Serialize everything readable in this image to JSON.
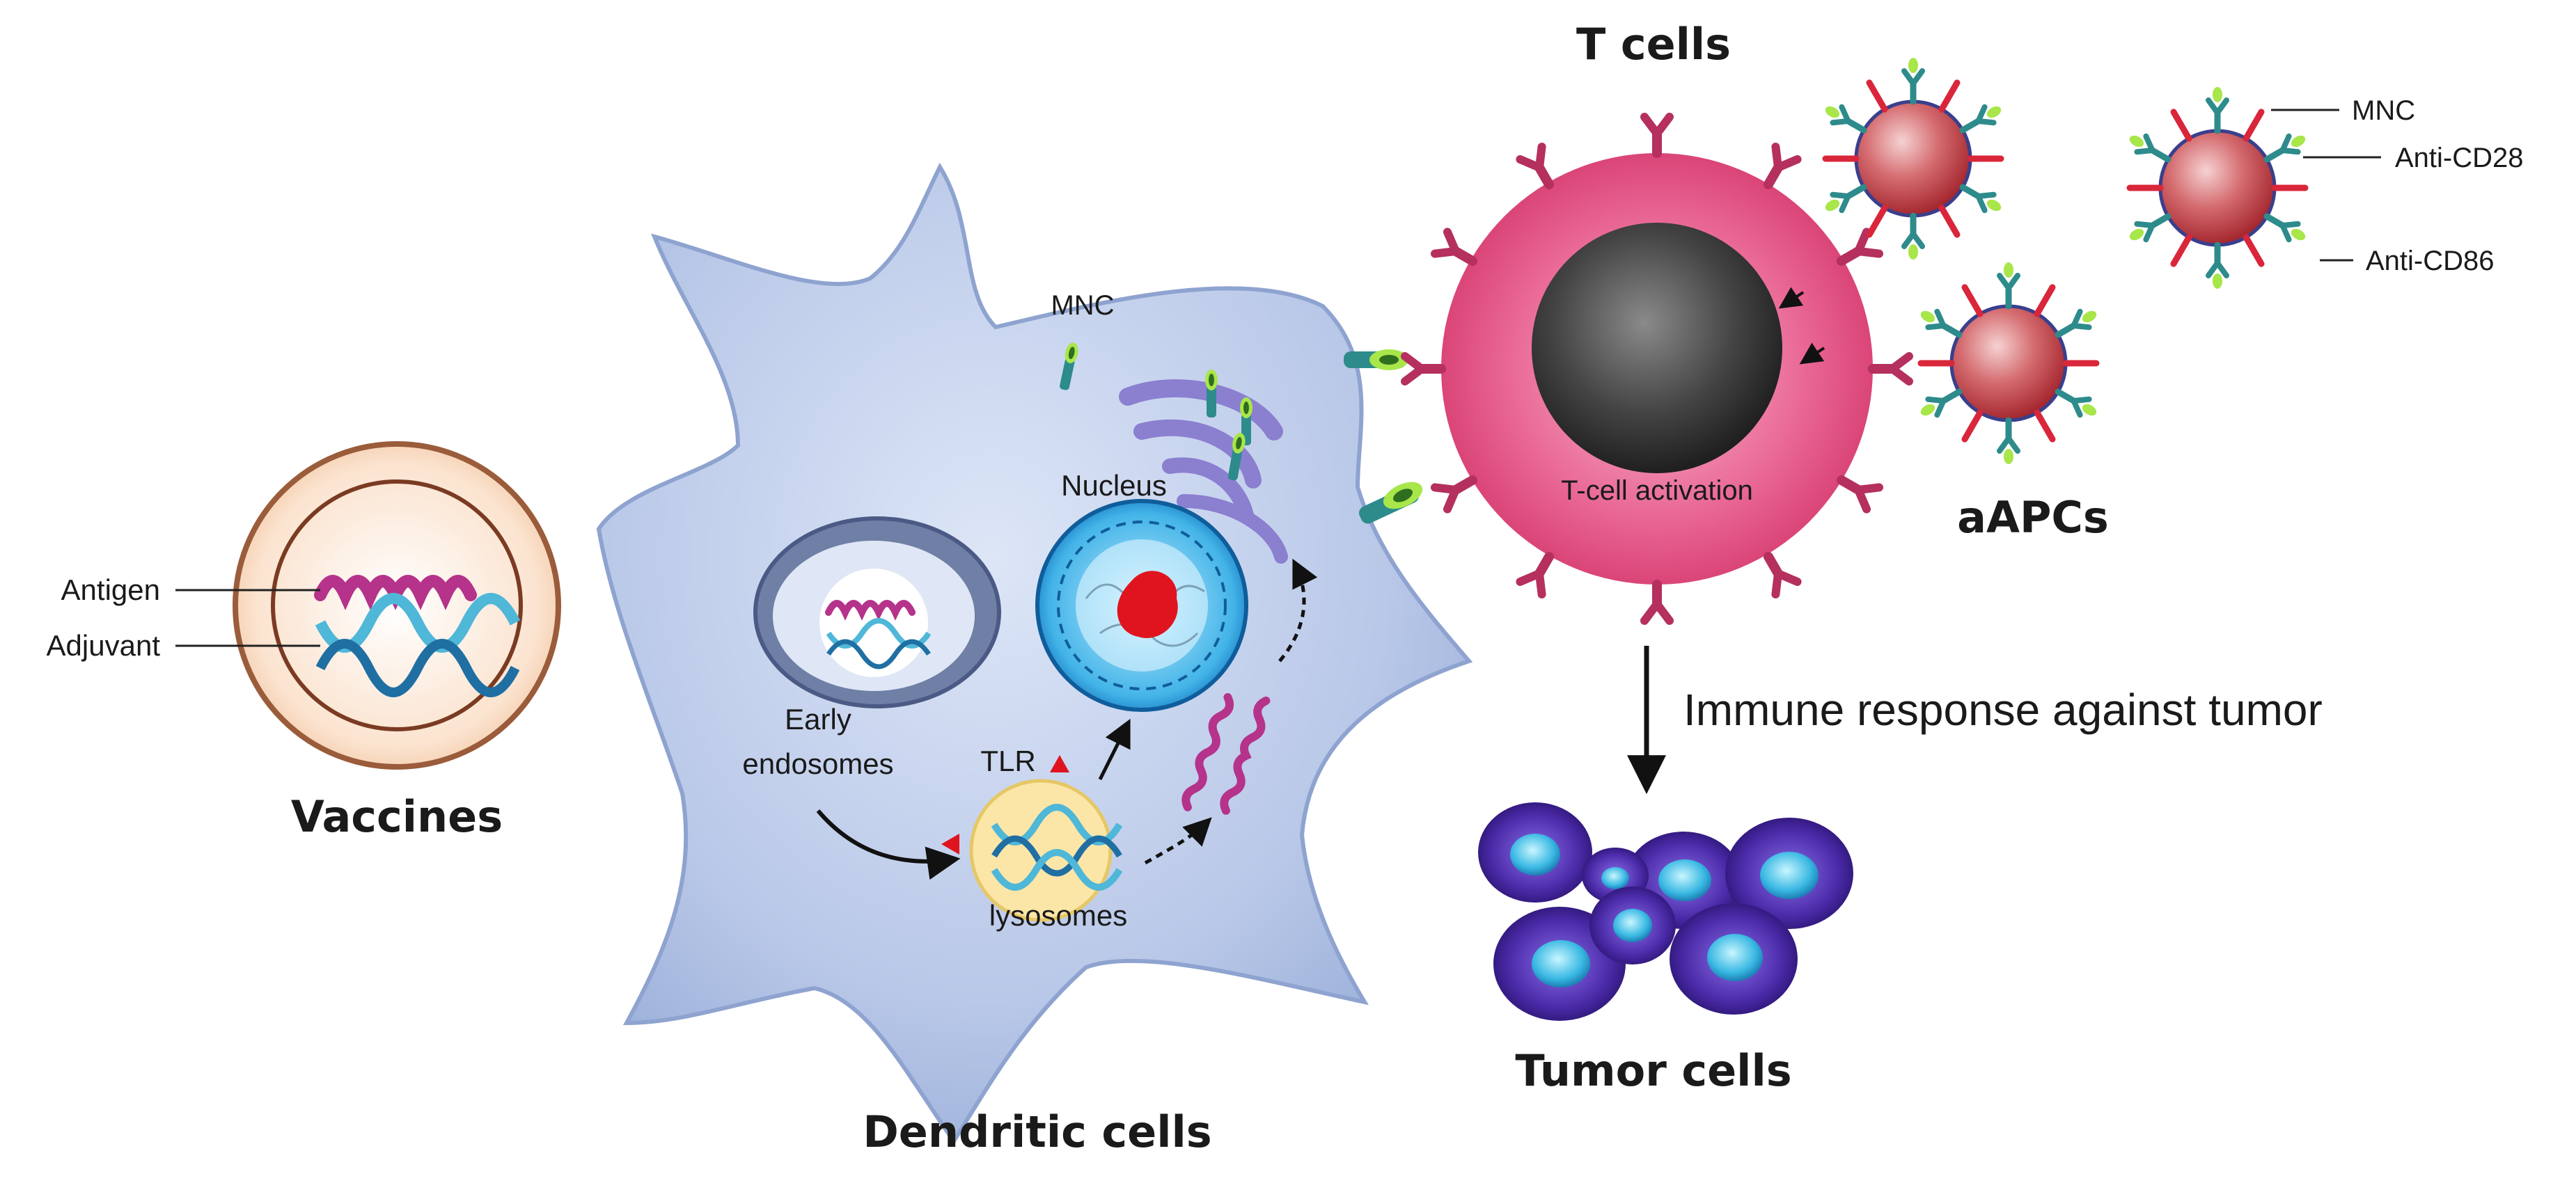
{
  "vaccine": {
    "title": "Vaccines",
    "antigen_label": "Antigen",
    "adjuvant_label": "Adjuvant"
  },
  "dendritic": {
    "title": "Dendritic cells",
    "mnc_label": "MNC",
    "nucleus_label": "Nucleus",
    "early_endosomes_line1": "Early",
    "early_endosomes_line2": "endosomes",
    "tlr_label": "TLR",
    "lysosomes_label": "lysosomes"
  },
  "tcell": {
    "title": "T cells",
    "activation_label": "T-cell activation"
  },
  "aapc": {
    "title": "aAPCs",
    "mnc_label": "MNC",
    "anti_cd28_label": "Anti-CD28",
    "anti_cd86_label": "Anti-CD86"
  },
  "response": {
    "label": "Immune response against tumor"
  },
  "tumor": {
    "title": "Tumor cells"
  },
  "colors": {
    "dendritic_fill": "#b9c8e8",
    "tcell_fill": "#e0457a",
    "aapc_fill": "#c94a50",
    "tumor_fill": "#4b2aa8",
    "antigen": "#b5338a",
    "adjuvant": "#4fb7d8",
    "tlr": "#e0141e"
  }
}
